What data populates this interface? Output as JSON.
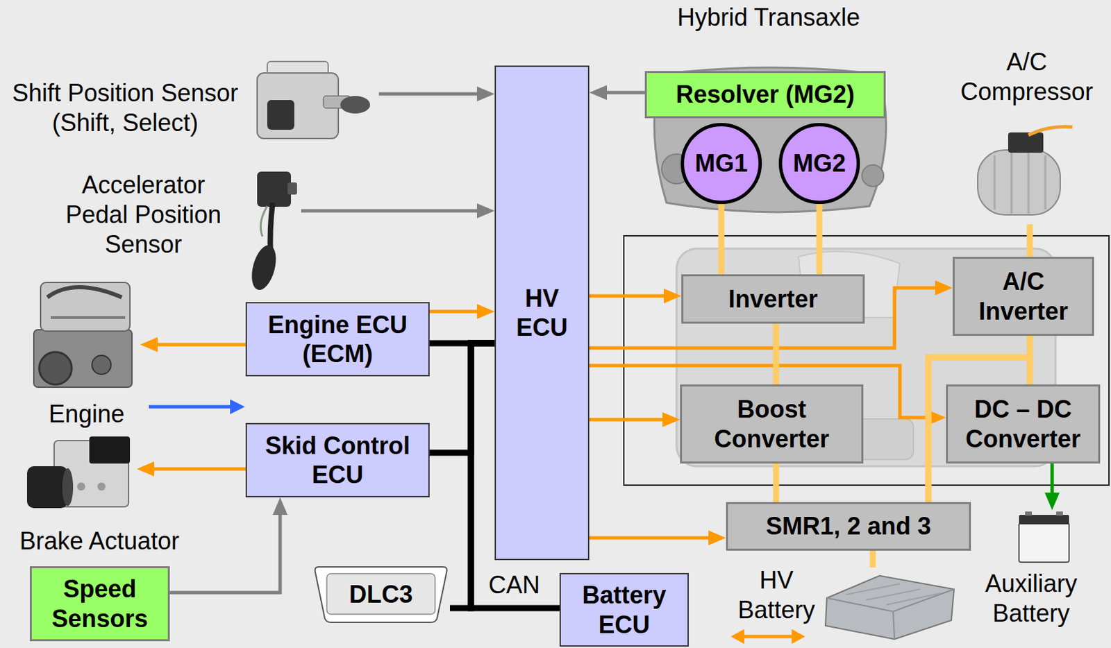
{
  "diagram": {
    "nodes": [
      {
        "text": [
          "Hybrid Transaxle"
        ]
      },
      {
        "text": [
          "Resolver (MG2)"
        ],
        "in": 0
      },
      {
        "text": [
          "MG1"
        ],
        "in": 0
      },
      {
        "text": [
          "MG2"
        ],
        "in": 0
      },
      {
        "text": [
          "A/C Compressor"
        ]
      },
      {
        "text": [
          "Shift Position Sensor (Shift, Select)"
        ]
      },
      {
        "text": [
          "HV ECU"
        ]
      },
      {
        "text": [
          "Accelerator Pedal Position Sensor"
        ]
      },
      {
        "text": [
          "Inverter"
        ]
      },
      {
        "text": [
          "A/C Inverter"
        ]
      },
      {
        "text": [
          "Engine ECU (ECM)"
        ]
      },
      {
        "text": [
          "Engine"
        ]
      },
      {
        "text": [
          "Boost Converter"
        ]
      },
      {
        "text": [
          "DC – DC Converter"
        ]
      },
      {
        "text": [
          "Skid Control ECU"
        ]
      },
      {
        "text": [
          "Brake Actuator"
        ]
      },
      {
        "text": [
          "SMR1, 2 and 3"
        ]
      },
      {
        "text": [
          "Speed Sensors"
        ]
      },
      {
        "text": [
          "DLC3"
        ]
      },
      {
        "text": [
          "Battery ECU"
        ]
      },
      {
        "text": [
          "HV Battery"
        ]
      },
      {
        "text": [
          "Auxiliary Battery"
        ]
      }
    ],
    "edges": [
      {
        "from": 5,
        "to": 6,
        "arrow": "to"
      },
      {
        "from": 1,
        "to": 6,
        "arrow": "to"
      },
      {
        "from": 7,
        "to": 6,
        "arrow": "to"
      },
      {
        "from": 10,
        "to": 6,
        "arrow": "to"
      },
      {
        "from": 10,
        "to": 11,
        "arrow": "to"
      },
      {
        "from": 6,
        "to": 8,
        "arrow": "to"
      },
      {
        "from": 6,
        "to": 9,
        "arrow": "to"
      },
      {
        "from": 6,
        "to": 13,
        "arrow": "to"
      },
      {
        "from": 6,
        "to": 12,
        "arrow": "to"
      },
      {
        "from": 6,
        "to": 16,
        "arrow": "to"
      },
      {
        "from": 14,
        "to": 15,
        "arrow": "to"
      },
      {
        "from": 17,
        "to": 14,
        "arrow": "to"
      },
      {
        "from": 13,
        "to": 21,
        "arrow": "to"
      },
      {
        "from": 10,
        "to": 6,
        "arrow": "none"
      },
      {
        "from": 14,
        "to": 6,
        "arrow": "none"
      },
      {
        "from": 18,
        "to": 6,
        "arrow": "none"
      },
      {
        "from": 19,
        "to": 6,
        "arrow": "none"
      },
      {
        "from": 2,
        "to": 8,
        "arrow": "none"
      },
      {
        "from": 3,
        "to": 8,
        "arrow": "none"
      },
      {
        "from": 8,
        "to": 12,
        "arrow": "none"
      },
      {
        "from": 12,
        "to": 16,
        "arrow": "none"
      },
      {
        "from": 16,
        "to": 20,
        "arrow": "none"
      },
      {
        "from": 4,
        "to": 9,
        "arrow": "none"
      },
      {
        "from": 16,
        "to": 9,
        "arrow": "none"
      },
      {
        "from": 16,
        "to": 13,
        "arrow": "none"
      }
    ],
    "labels": [
      "CAN"
    ]
  }
}
